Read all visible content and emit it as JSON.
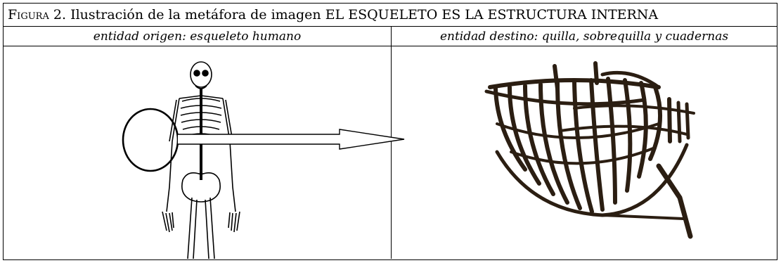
{
  "figure": {
    "caption_prefix": "Figura 2.",
    "caption_text": "Ilustración de la metáfora de imagen EL ESQUELETO ES LA ESTRUCTURA INTERNA",
    "left_label": "entidad origen: esqueleto humano",
    "right_label": "entidad destino: quilla, sobrequilla y cuadernas"
  }
}
